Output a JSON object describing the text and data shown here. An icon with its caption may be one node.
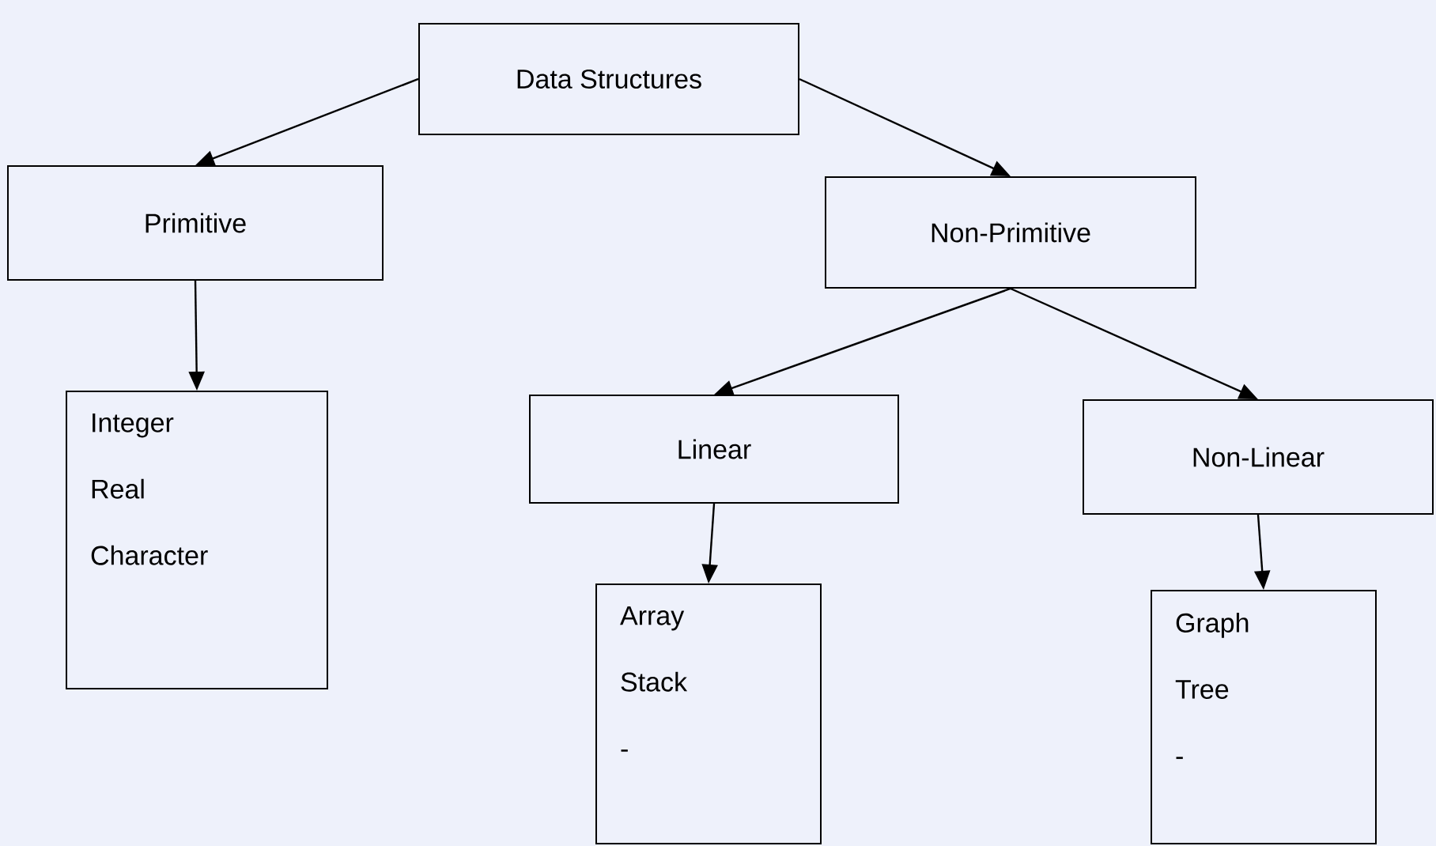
{
  "diagram": {
    "nodes": [
      {
        "text": [
          "Data Structures"
        ]
      },
      {
        "text": [
          "Primitive"
        ]
      },
      {
        "text": [
          "Non-Primitive"
        ]
      },
      {
        "text": [
          "Integer",
          "Real",
          "Character"
        ]
      },
      {
        "text": [
          "Linear"
        ]
      },
      {
        "text": [
          "Non-Linear"
        ]
      },
      {
        "text": [
          "Array",
          "Stack",
          "-"
        ]
      },
      {
        "text": [
          "Graph",
          "Tree",
          "-"
        ]
      }
    ],
    "edges": [
      {
        "from": 0,
        "to": 1,
        "arrow": "to"
      },
      {
        "from": 0,
        "to": 2,
        "arrow": "to"
      },
      {
        "from": 1,
        "to": 3,
        "arrow": "to"
      },
      {
        "from": 2,
        "to": 4,
        "arrow": "to"
      },
      {
        "from": 2,
        "to": 5,
        "arrow": "to"
      },
      {
        "from": 4,
        "to": 6,
        "arrow": "to"
      },
      {
        "from": 5,
        "to": 7,
        "arrow": "to"
      }
    ]
  }
}
